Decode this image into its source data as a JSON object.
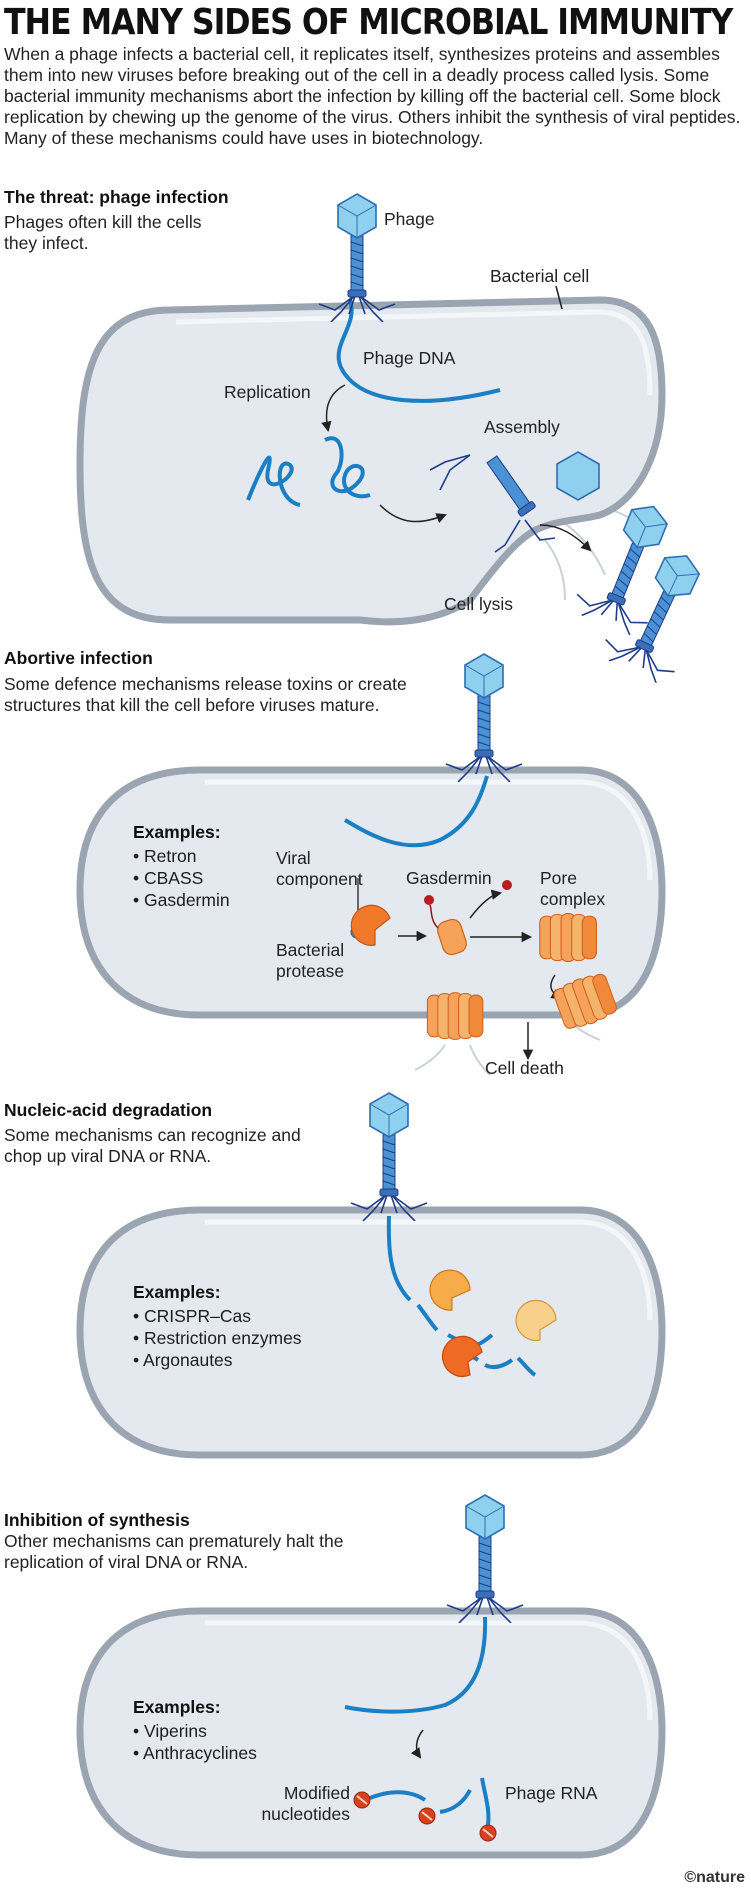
{
  "title": "THE MANY SIDES OF MICROBIAL IMMUNITY",
  "intro": "When a phage infects a bacterial cell, it replicates itself, synthesizes proteins and assembles them into new viruses before breaking out of the cell in a deadly process called lysis. Some bacterial immunity mechanisms abort the infection by killing off the bacterial cell. Some block replication by chewing up the genome of the virus. Others inhibit the synthesis of viral peptides. Many of these mechanisms could have uses in biotechnology.",
  "sections": {
    "threat": {
      "title": "The threat: phage infection",
      "description": "Phages often kill the cells they infect.",
      "labels": {
        "phage": "Phage",
        "bacterial_cell": "Bacterial cell",
        "phage_dna": "Phage DNA",
        "replication": "Replication",
        "assembly": "Assembly",
        "cell_lysis": "Cell lysis"
      }
    },
    "abortive": {
      "title": "Abortive infection",
      "description": "Some defence mechanisms release toxins or create structures that kill the cell before viruses mature.",
      "examples_heading": "Examples:",
      "examples": [
        "Retron",
        "CBASS",
        "Gasdermin"
      ],
      "labels": {
        "viral_component": "Viral component",
        "gasdermin": "Gasdermin",
        "pore_complex": "Pore complex",
        "bacterial_protease": "Bacterial protease",
        "cell_death": "Cell death"
      }
    },
    "nucleic": {
      "title": "Nucleic-acid degradation",
      "description": "Some mechanisms can recognize and chop up viral DNA or RNA.",
      "examples_heading": "Examples:",
      "examples": [
        "CRISPR–Cas",
        "Restriction enzymes",
        "Argonautes"
      ]
    },
    "inhibition": {
      "title": "Inhibition of synthesis",
      "description": "Other mechanisms can prematurely halt the replication of viral DNA or RNA.",
      "examples_heading": "Examples:",
      "examples": [
        "Viperins",
        "Anthracyclines"
      ],
      "labels": {
        "modified_nucleotides": "Modified nucleotides",
        "phage_rna": "Phage RNA"
      }
    }
  },
  "credit": "©nature",
  "colors": {
    "phage_head": "#8fd0ef",
    "dna": "#1a7fc4",
    "cell_fill": "#e4e9ef",
    "cell_wall": "#9aa5b1",
    "protein_orange": "#f07a2a",
    "protein_light": "#f9cf8c",
    "nucleotide_red": "#d8401f"
  }
}
